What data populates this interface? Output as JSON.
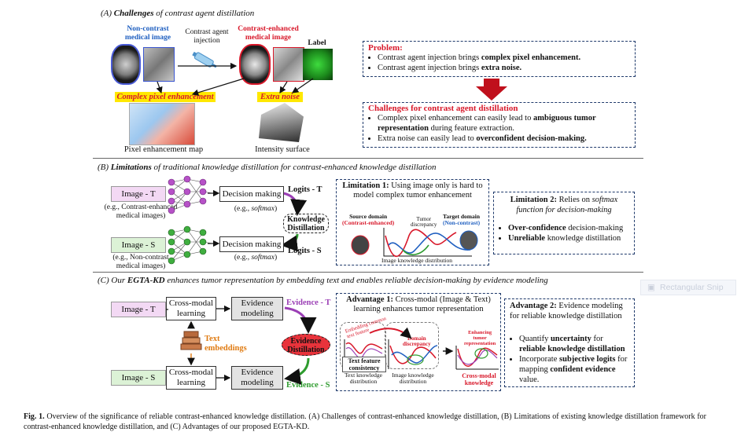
{
  "sectionA": {
    "title_prefix": "(A)",
    "title_em": "Challenges",
    "title_rest": "of contrast agent distillation",
    "noncontrast_label": "Non-contrast\nmedical image",
    "injection_label": "Contrast agent\ninjection",
    "enhanced_label": "Contrast-enhanced\nmedical image",
    "label_label": "Label",
    "complex_pixel_label": "Complex pixel enhancement",
    "extra_noise_label": "Extra noise",
    "pixel_map_caption": "Pixel enhancement map",
    "intensity_caption": "Intensity surface",
    "problem_title": "Problem:",
    "problem_items": [
      {
        "text": "Contrast agent injection brings ",
        "bold": "complex pixel enhancement."
      },
      {
        "text": "Contrast agent injection brings ",
        "bold": "extra noise."
      }
    ],
    "challenges_title": "Challenges for contrast agent distillation",
    "challenges_items": [
      {
        "text": "Complex pixel enhancement can easily lead to ",
        "bold": "ambiguous tumor representation",
        "after": " during feature extraction."
      },
      {
        "text": "Extra noise can easily lead to ",
        "bold": "overconfident decision-making.",
        "after": ""
      }
    ]
  },
  "sectionB": {
    "title_prefix": "(B)",
    "title_em": "Limitations",
    "title_rest": "of traditional knowledge distillation for contrast-enhanced knowledge distillation",
    "image_t": "Image - T",
    "image_t_note": "(e.g., Contrast-enhanced\nmedical images)",
    "image_s": "Image - S",
    "image_s_note": "(e.g., Non-contrast\nmedical images)",
    "decision_label": "Decision making",
    "softmax_note_prefix": "(e.g., ",
    "softmax_note_em": "softmax",
    "softmax_note_suffix": ")",
    "logits_t": "Logits - T",
    "logits_s": "Logits - S",
    "kd_label": "Knowledge\nDistillation",
    "lim1_title": "Limitation 1:",
    "lim1_text": "Using image only is hard to model complex tumor enhancement",
    "source_domain": "Source domain",
    "source_domain_sub": "(Contrast-enhanced)",
    "tumor_discrepancy": "Tumor\ndiscrepancy",
    "target_domain": "Target domain",
    "target_domain_sub": "(Non-contrast)",
    "image_knowledge_dist": "Image knowledge distribution",
    "lim2_title": "Limitation 2:",
    "lim2_text_a": "Relies on ",
    "lim2_text_em": "softmax function for decision-making",
    "lim2_items": [
      {
        "bold": "Over-confidence",
        "text": " decision-making"
      },
      {
        "bold": "Unreliable",
        "text": " knowledge distillation"
      }
    ]
  },
  "sectionC": {
    "title_prefix": "(C) Our",
    "title_bold": "EGTA-KD",
    "title_rest": "enhances tumor representation by embedding text and enables reliable decision-making by evidence modeling",
    "image_t": "Image - T",
    "image_s": "Image - S",
    "cross_modal": "Cross-modal\nlearning",
    "evidence_modeling": "Evidence\nmodeling",
    "evidence_t": "Evidence - T",
    "evidence_s": "Evidence - S",
    "text_embeddings": "Text\nembeddings",
    "evidence_distillation": "Evidence\nDistillation",
    "adv1_title": "Advantage 1:",
    "adv1_text": "Cross-modal (Image & Text) learning enhances tumor representation",
    "embedding_common": "Embedding common\ntext feature",
    "domain_discrepancy": "Domain\ndiscrepancy",
    "enhancing_tumor": "Enhancing\ntumor\nrepresentation",
    "text_feature_consistency": "Text feature\nconsistency",
    "text_knowledge_dist": "Text knowledge\ndistribution",
    "image_knowledge_dist": "Image knowledge\ndistribution",
    "cross_modal_knowledge": "Cross-modal\nknowledge",
    "adv2_title": "Advantage 2:",
    "adv2_text": "Evidence modeling for reliable knowledge distillation",
    "adv2_items": [
      {
        "text": "Quantify ",
        "bold": "uncertainty",
        "mid": " for ",
        "bold2": "reliable knowledge distillation",
        "after": ""
      },
      {
        "text": "Incorporate ",
        "bold": "subjective logits",
        "mid": " for mapping ",
        "bold2": "confident evidence",
        "after": " value."
      }
    ]
  },
  "snip_label": "Rectangular Snip",
  "caption": {
    "fig": "Fig. 1.",
    "text": "Overview of the significance of reliable contrast-enhanced knowledge distillation. (A) Challenges of contrast-enhanced knowledge distillation, (B) Limitations of existing knowledge distillation framework for contrast-enhanced knowledge distillation, and (C) Advantages of our proposed EGTA-KD."
  },
  "colors": {
    "red": "#d8182a",
    "green": "#2f9c2f",
    "blue": "#1f5fc0",
    "purple": "#9b3fb5",
    "dash": "#1f3a6b"
  }
}
